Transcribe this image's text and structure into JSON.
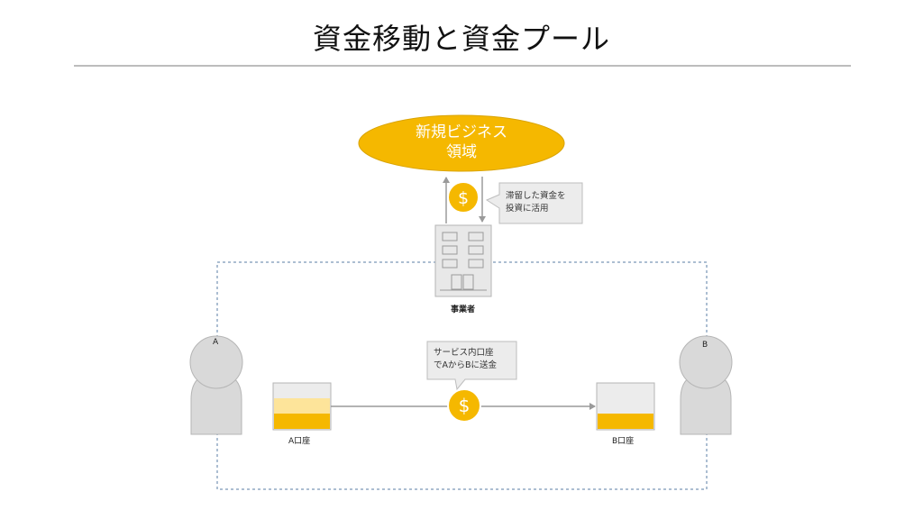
{
  "title": "資金移動と資金プール",
  "business_area": {
    "line1": "新規ビジネス",
    "line2": "領域"
  },
  "invest_callout": {
    "line1": "滞留した資金を",
    "line2": "投資に活用"
  },
  "business_operator": "事業者",
  "transfer_callout": {
    "line1": "サービス内口座",
    "line2": "でAからBに送金"
  },
  "user_a": "A",
  "user_b": "B",
  "account_a": "A口座",
  "account_b": "B口座",
  "currency_symbol": "$",
  "colors": {
    "accent": "#f5b800",
    "accent_light": "#fde49a",
    "gray": "#d9d9d9",
    "border": "#b5b5b5",
    "dash": "#5a7ea6"
  }
}
